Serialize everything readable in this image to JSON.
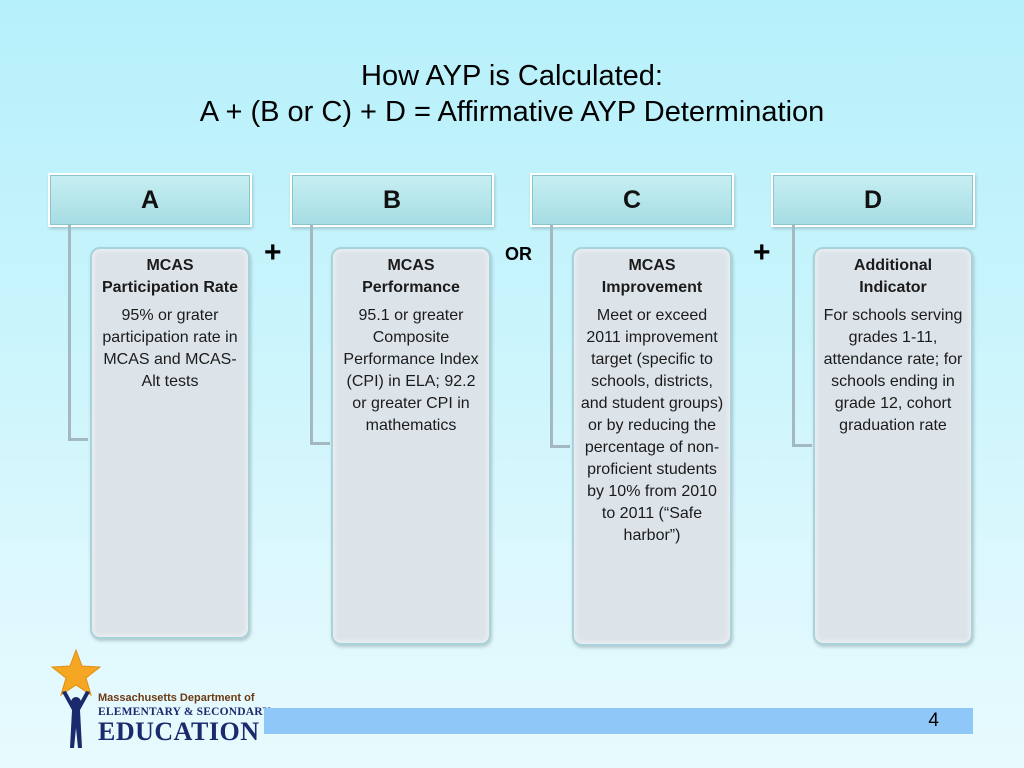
{
  "title": {
    "line1": "How AYP is Calculated:",
    "line2": "A + (B or C) + D = Affirmative AYP Determination"
  },
  "columns": [
    {
      "letter": "A",
      "heading": "MCAS Participation Rate",
      "body": "95% or grater participation rate in MCAS and MCAS-Alt tests"
    },
    {
      "letter": "B",
      "heading": "MCAS Performance",
      "body": "95.1 or greater Composite Performance Index (CPI) in ELA; 92.2 or greater CPI in mathematics"
    },
    {
      "letter": "C",
      "heading": "MCAS Improvement",
      "body": "Meet or exceed 2011 improvement target (specific to schools, districts, and student groups) or by reducing the percentage of non-proficient students by 10% from 2010 to 2011 (“Safe harbor”)"
    },
    {
      "letter": "D",
      "heading": "Additional Indicator",
      "body": "For schools serving grades 1-11, attendance rate; for schools ending in grade 12, cohort graduation rate"
    }
  ],
  "operators": {
    "plus1": "+",
    "or": "OR",
    "plus2": "+"
  },
  "logo": {
    "line1": "Massachusetts Department of",
    "line2": "ELEMENTARY & SECONDARY",
    "line3": "EDUCATION",
    "icon": "star-figure-icon"
  },
  "page_number": "4",
  "colors": {
    "header_fill": "#b0e2e8",
    "card_fill": "#dde4e9",
    "card_border": "#a9d3db",
    "page_bar": "#8fc7f9",
    "star": "#f5a623"
  }
}
